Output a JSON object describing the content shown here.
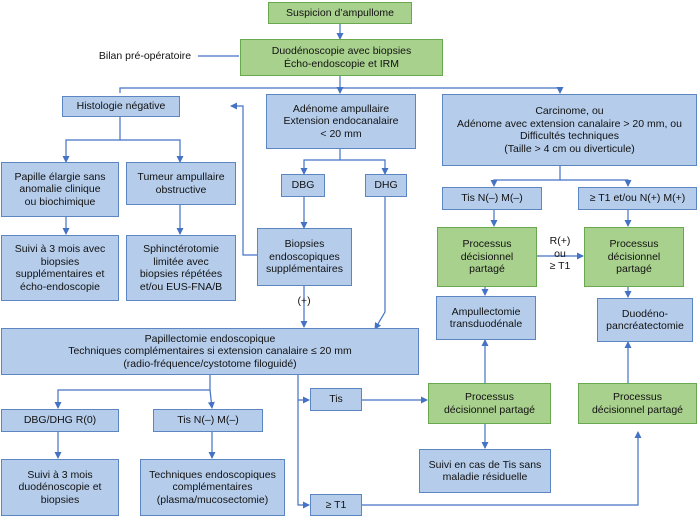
{
  "colors": {
    "blue_fill": "#b5cdeb",
    "green_fill": "#a9d18e",
    "connector": "#4472c4"
  },
  "nodes": {
    "suspicion": "Suspicion d’ampullome",
    "bilan_exams": "Duodénoscopie avec biopsies\nÉcho-endoscopie et IRM",
    "histologie_negative": "Histologie négative",
    "adenome": "Adénome ampullaire\nExtension endocanalaire\n< 20 mm",
    "carcinome": "Carcinome, ou\nAdénome avec extension canalaire > 20 mm, ou\nDifficultés techniques\n(Taille > 4 cm ou diverticule)",
    "papille_elargie": "Papille élargie sans\nanomalie clinique\nou biochimique",
    "tumeur_obstructive": "Tumeur ampullaire\nobstructive",
    "dbg": "DBG",
    "dhg": "DHG",
    "tis_n_m": "Tis N(–) M(–)",
    "t1_nm_plus": "≥ T1 et/ou N(+) M(+)",
    "suivi_3mois_biopsies": "Suivi à 3 mois avec\nbiopsies\nsupplémentaires et\nécho-endoscopie",
    "sphincterotomie": "Sphinctérotomie\nlimitée avec\nbiopsies répétées\net/ou EUS-FNA/B",
    "biopsies_supp": "Biopsies\nendoscopiques\nsupplémentaires",
    "processus_left": "Processus\ndécisionnel\npartagé",
    "processus_right": "Processus\ndécisionnel\npartagé",
    "ampullectomie": "Ampullectomie\ntransduodénale",
    "duodeno_pancreatectomie": "Duodéno-\npancréatectomie",
    "papillectomie": "Papillectomie endoscopique\nTechniques complémentaires si extension canalaire ≤ 20 mm\n(radio-fréquence/cystotome filoguidé)",
    "tis": "Tis",
    "dbg_dhg_r0": "DBG/DHG R(0)",
    "tis_n_m_bottom": "Tis N(–) M(–)",
    "processus_mid": "Processus\ndécisionnel partagé",
    "processus_bottom_right": "Processus\ndécisionnel partagé",
    "suivi_3mois_duodeno": "Suivi à 3 mois\nduodénoscopie et\nbiopsies",
    "techniques_endo": "Techniques endoscopiques\ncomplémentaires\n(plasma/mucosectomie)",
    "suivi_tis": "Suivi en cas de Tis sans\nmaladie résiduelle",
    "t1_bottom": "≥ T1"
  },
  "labels": {
    "bilan_preop": "Bilan pré-opératoire",
    "plus": "(+)",
    "r_plus": "R(+)\nou\n≥ T1"
  }
}
